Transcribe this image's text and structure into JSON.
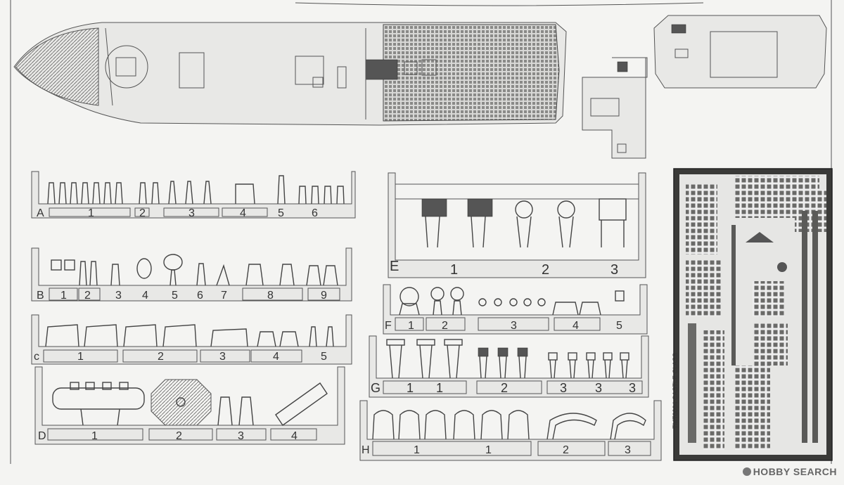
{
  "sprues": {
    "A": {
      "letter": "A",
      "labels": [
        "1",
        "2",
        "3",
        "4",
        "5",
        "6"
      ]
    },
    "B": {
      "letter": "B",
      "labels": [
        "1",
        "2",
        "3",
        "4",
        "5",
        "6",
        "7",
        "8",
        "9"
      ]
    },
    "C": {
      "letter": "c",
      "labels": [
        "1",
        "2",
        "3",
        "4",
        "5"
      ]
    },
    "D": {
      "letter": "D",
      "labels": [
        "1",
        "2",
        "3",
        "4"
      ]
    },
    "E": {
      "letter": "E",
      "labels": [
        "1",
        "2",
        "3"
      ]
    },
    "F": {
      "letter": "F",
      "labels": [
        "1",
        "2",
        "3",
        "4",
        "5"
      ]
    },
    "G": {
      "letter": "G",
      "labels": [
        "1",
        "1",
        "2",
        "3",
        "3",
        "3"
      ]
    },
    "H": {
      "letter": "H",
      "labels": [
        "1",
        "1",
        "2",
        "3"
      ]
    }
  },
  "photoetch": {
    "title": "TMT0004 CASTLE CLASS"
  },
  "watermark": {
    "text": "HOBBY SEARCH"
  }
}
